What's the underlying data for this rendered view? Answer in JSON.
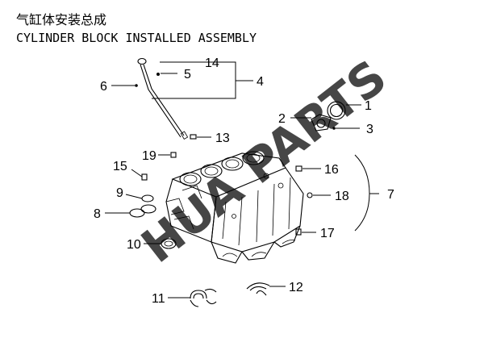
{
  "title": {
    "chinese": "气缸体安装总成",
    "english": "CYLINDER BLOCK INSTALLED ASSEMBLY"
  },
  "callouts": [
    "1",
    "2",
    "3",
    "4",
    "5",
    "6",
    "7",
    "8",
    "9",
    "10",
    "11",
    "12",
    "13",
    "14",
    "15",
    "16",
    "17",
    "18",
    "19"
  ],
  "watermark": {
    "text": "HUA PARTS",
    "color": "#3b3bd6"
  },
  "colors": {
    "line": "#000000",
    "watermark": "#3b3bd6"
  }
}
